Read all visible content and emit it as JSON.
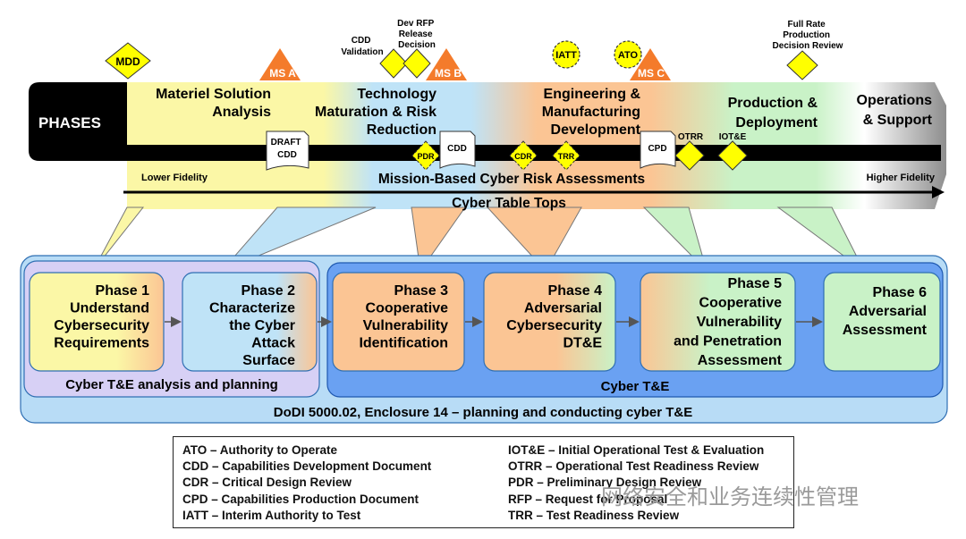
{
  "phases_label": "PHASES",
  "lifecycle_phases": [
    {
      "id": "msa",
      "lines": [
        "Materiel Solution",
        "Analysis"
      ]
    },
    {
      "id": "tmrr",
      "lines": [
        "Technology",
        "Maturation & Risk",
        "Reduction"
      ]
    },
    {
      "id": "emd",
      "lines": [
        "Engineering &",
        "Manufacturing",
        "Development"
      ]
    },
    {
      "id": "pd",
      "lines": [
        "Production &",
        "Deployment"
      ]
    },
    {
      "id": "os",
      "lines": [
        "Operations",
        "& Support"
      ]
    }
  ],
  "milestones": {
    "ms_a": "MS A",
    "ms_b": "MS B",
    "ms_c": "MS C"
  },
  "decision_points": {
    "mdd": "MDD",
    "cdd_validation": [
      "CDD",
      "Validation"
    ],
    "dev_rfp": [
      "Dev RFP",
      "Release",
      "Decision"
    ],
    "full_rate": [
      "Full Rate",
      "Production",
      "Decision Review"
    ],
    "iatt": "IATT",
    "ato": "ATO",
    "pdr": "PDR",
    "cdr": "CDR",
    "trr": "TRR",
    "otrr": "OTRR",
    "iote": "IOT&E"
  },
  "documents": {
    "draft_cdd": [
      "DRAFT",
      "CDD"
    ],
    "cdd": "CDD",
    "cpd": "CPD"
  },
  "fidelity": {
    "lower": "Lower Fidelity",
    "higher": "Higher Fidelity"
  },
  "assessments": "Mission-Based Cyber Risk Assessments",
  "table_tops": "Cyber Table Tops",
  "cyber_phases": [
    {
      "id": "p1",
      "lines": [
        "Phase 1",
        "Understand",
        "Cybersecurity",
        "Requirements"
      ]
    },
    {
      "id": "p2",
      "lines": [
        "Phase 2",
        "Characterize",
        "the Cyber",
        "Attack",
        "Surface"
      ]
    },
    {
      "id": "p3",
      "lines": [
        "Phase 3",
        "Cooperative",
        "Vulnerability",
        "Identification"
      ]
    },
    {
      "id": "p4",
      "lines": [
        "Phase 4",
        "Adversarial",
        "Cybersecurity",
        "DT&E"
      ]
    },
    {
      "id": "p5",
      "lines": [
        "Phase 5",
        "Cooperative",
        "Vulnerability",
        "and Penetration",
        "Assessment"
      ]
    },
    {
      "id": "p6",
      "lines": [
        "Phase 6",
        "Adversarial",
        "Assessment"
      ]
    }
  ],
  "group_labels": {
    "planning": "Cyber T&E analysis and planning",
    "cyber_te": "Cyber T&E",
    "dodi": "DoDI 5000.02, Enclosure 14 – planning and conducting cyber T&E"
  },
  "legend_left": [
    "ATO – Authority  to Operate",
    "CDD – Capabilities  Development  Document",
    "CDR – Critical  Design  Review",
    "CPD – Capabilities  Production  Document",
    "IATT – Interim  Authority  to Test"
  ],
  "legend_right": [
    "IOT&E – Initial  Operational  Test & Evaluation",
    "OTRR – Operational  Test Readiness  Review",
    "PDR – Preliminary  Design  Review",
    "RFP – Request  for Proposal",
    "TRR – Test Readiness  Review"
  ],
  "watermark": "网络安全和业务连续性管理",
  "colors": {
    "msa": "#fbf7a6",
    "tmrr": "#bfe3f7",
    "emd": "#fbc594",
    "pd": "#c9f2c7",
    "blue_group": "#6aa1f2",
    "outer": "#b8dcf6",
    "planning": "#d7d0f5",
    "band": "#000000"
  }
}
